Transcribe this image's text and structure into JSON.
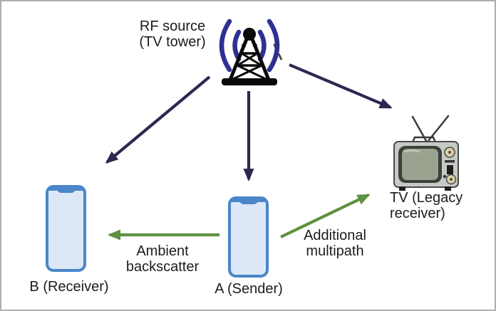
{
  "diagram": {
    "rf_source": {
      "label_line1": "RF source",
      "label_line2": "(TV tower)",
      "icon": "broadcast-tower-icon"
    },
    "receiver_b": {
      "label": "B (Receiver)",
      "icon": "smartphone-icon"
    },
    "sender_a": {
      "label": "A (Sender)",
      "icon": "smartphone-icon"
    },
    "tv": {
      "label_line1": "TV (Legacy",
      "label_line2": "receiver)",
      "icon": "tv-icon"
    },
    "links": {
      "rf_to_b": {
        "from": "RF source (TV tower)",
        "to": "B (Receiver)",
        "style": "solid-arrow",
        "color": "#2b2850"
      },
      "rf_to_a": {
        "from": "RF source (TV tower)",
        "to": "A (Sender)",
        "style": "solid-arrow",
        "color": "#2b2850"
      },
      "rf_to_tv": {
        "from": "RF source (TV tower)",
        "to": "TV (Legacy receiver)",
        "style": "solid-arrow",
        "color": "#2b2850"
      },
      "ambient_backscatter": {
        "label_line1": "Ambient",
        "label_line2": "backscatter",
        "from": "A (Sender)",
        "to": "B (Receiver)",
        "style": "solid-arrow",
        "color": "#5e9140"
      },
      "additional_multipath": {
        "label_line1": "Additional",
        "label_line2": "multipath",
        "from": "A (Sender)",
        "to": "TV (Legacy receiver)",
        "style": "solid-arrow",
        "color": "#5e9140"
      }
    },
    "colors": {
      "arrow_navy": "#2b2850",
      "arrow_green": "#5e9140",
      "rf_wave_blue": "#2e3192",
      "tower_black": "#0a0a0a",
      "phone_border": "#4a86c9",
      "phone_screen": "#dce8f7",
      "tv_body_gray": "#c6cac4",
      "tv_screen_green": "#9aa38f",
      "background": "#ffffff",
      "frame_border": "#aeaeae"
    }
  }
}
